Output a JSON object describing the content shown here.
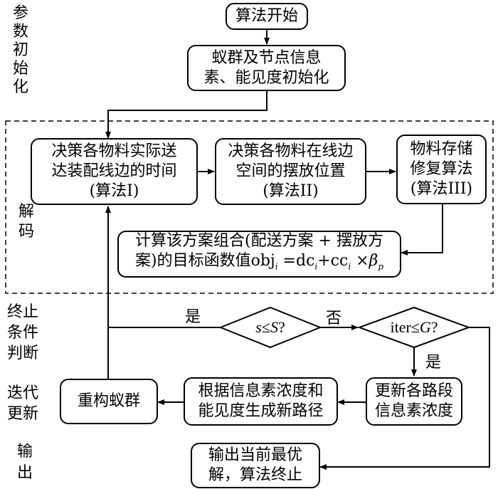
{
  "side_labels": {
    "init": [
      "参",
      "数",
      "初",
      "始",
      "化"
    ],
    "decode": [
      "解",
      "码"
    ],
    "terminate": [
      "终止",
      "条件",
      "判断"
    ],
    "iterate": [
      "迭代",
      "更新"
    ],
    "output": [
      "输",
      "出"
    ]
  },
  "nodes": {
    "start": [
      "算法开始"
    ],
    "init": [
      "蚁群及节点信息",
      "素、能见度初始化"
    ],
    "decide_time": [
      "决策各物料实际送",
      "达装配线边的时间",
      "(算法I)"
    ],
    "decide_place": [
      "决策各物料在线边",
      "空间的摆放位置",
      "(算法II)"
    ],
    "repair": [
      "物料存储",
      "修复算法",
      "(算法III)"
    ],
    "objective_line1": "计算该方案组合(配送方案 + 摆放方",
    "objective_line2_prefix": "案)的目标函数值obj",
    "objective_sub_i": "i",
    "objective_eq": " =dc",
    "objective_plus": "+cc",
    "objective_times": " ×β",
    "objective_sub_p": "p",
    "rebuild": [
      "重构蚁群"
    ],
    "generate": [
      "根据信息素浓度和",
      "能见度生成新路径"
    ],
    "update": [
      "更新各路段",
      "信息素浓度"
    ],
    "output": [
      "输出当前最优",
      "解，算法终止"
    ]
  },
  "decisions": {
    "s_check": {
      "left": "s",
      "op": "≤",
      "right": "S",
      "q": "?"
    },
    "iter_check": {
      "left": "iter",
      "op": "≤",
      "right": "G",
      "q": "?"
    }
  },
  "edge_labels": {
    "yes_left": "是",
    "no": "否",
    "yes_down": "是"
  }
}
